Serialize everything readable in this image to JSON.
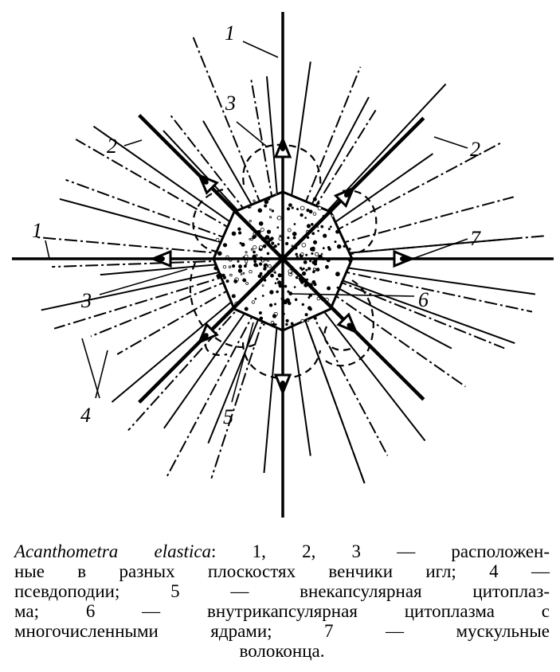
{
  "figure": {
    "labels": {
      "l1_top": "1",
      "l1_left": "1",
      "l2_left": "2",
      "l2_right": "2",
      "l3_top": "3",
      "l3_left": "3",
      "l4": "4",
      "l5": "5",
      "l6": "6",
      "l7": "7"
    }
  },
  "caption": {
    "species": "Acanthometra elastica",
    "line1_rest": ": 1, 2, 3 — расположен-",
    "line2": "ные в разных плоскостях венчики игл; 4 —",
    "line3": "псевдоподии; 5 — внекапсулярная цитоплаз-",
    "line4": "ма; 6 — внутрикапсулярная цитоплазма с",
    "line5": "многочисленными ядрами; 7 — мускульные",
    "line6": "волоконца."
  }
}
